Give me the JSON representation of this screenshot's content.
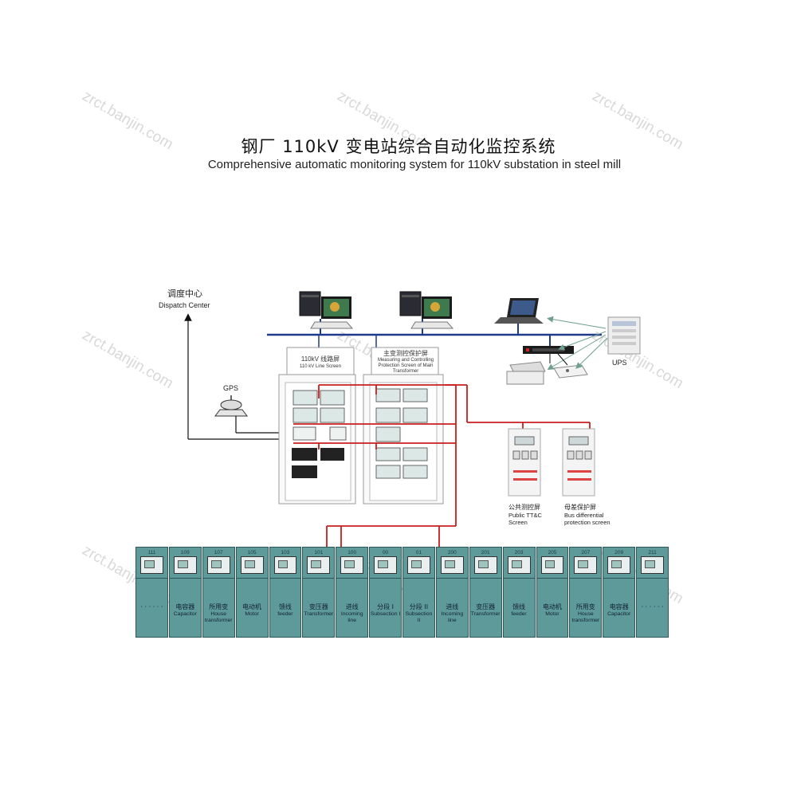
{
  "title_cn": "钢厂 110kV 变电站综合自动化监控系统",
  "title_en": "Comprehensive automatic monitoring system for 110kV substation in steel mill",
  "watermark": "zrct.banjin.com",
  "dispatch": {
    "cn": "调度中心",
    "en": "Dispatch Center"
  },
  "gps": "GPS",
  "ups": "UPS",
  "line_screen": {
    "cn": "110kV 线路屏",
    "en": "110 kV Line Screen"
  },
  "main_screen": {
    "cn": "主变测控保护屏",
    "en": "Measuring and Controlling Protection Screen of Main Transformer"
  },
  "public_screen": {
    "cn": "公共测控屏",
    "en1": "Public TT&C",
    "en2": "Screen"
  },
  "bus_screen": {
    "cn": "母差保护屏",
    "en1": "Bus differential",
    "en2": "protection screen"
  },
  "colors": {
    "lan": "#1f3a8a",
    "red": "#c81e1e",
    "bay": "#5e9a9a",
    "black": "#111111"
  },
  "bays": [
    {
      "num": "111",
      "cn": "· · · · · ·",
      "en": ""
    },
    {
      "num": "109",
      "cn": "电容器",
      "en": "Capacitor"
    },
    {
      "num": "107",
      "cn": "所用变",
      "en": "House transformer"
    },
    {
      "num": "105",
      "cn": "电动机",
      "en": "Motor"
    },
    {
      "num": "103",
      "cn": "馈线",
      "en": "feeder"
    },
    {
      "num": "101",
      "cn": "变压器",
      "en": "Transformer"
    },
    {
      "num": "100",
      "cn": "进线",
      "en": "Incoming line"
    },
    {
      "num": "00",
      "cn": "分段 I",
      "en": "Subsection I"
    },
    {
      "num": "01",
      "cn": "分段 II",
      "en": "Subsection II"
    },
    {
      "num": "200",
      "cn": "进线",
      "en": "Incoming line"
    },
    {
      "num": "201",
      "cn": "变压器",
      "en": "Transformer"
    },
    {
      "num": "203",
      "cn": "馈线",
      "en": "feeder"
    },
    {
      "num": "205",
      "cn": "电动机",
      "en": "Motor"
    },
    {
      "num": "207",
      "cn": "所用变",
      "en": "House transformer"
    },
    {
      "num": "209",
      "cn": "电容器",
      "en": "Capacitor"
    },
    {
      "num": "211",
      "cn": "· · · · · ·",
      "en": ""
    }
  ]
}
